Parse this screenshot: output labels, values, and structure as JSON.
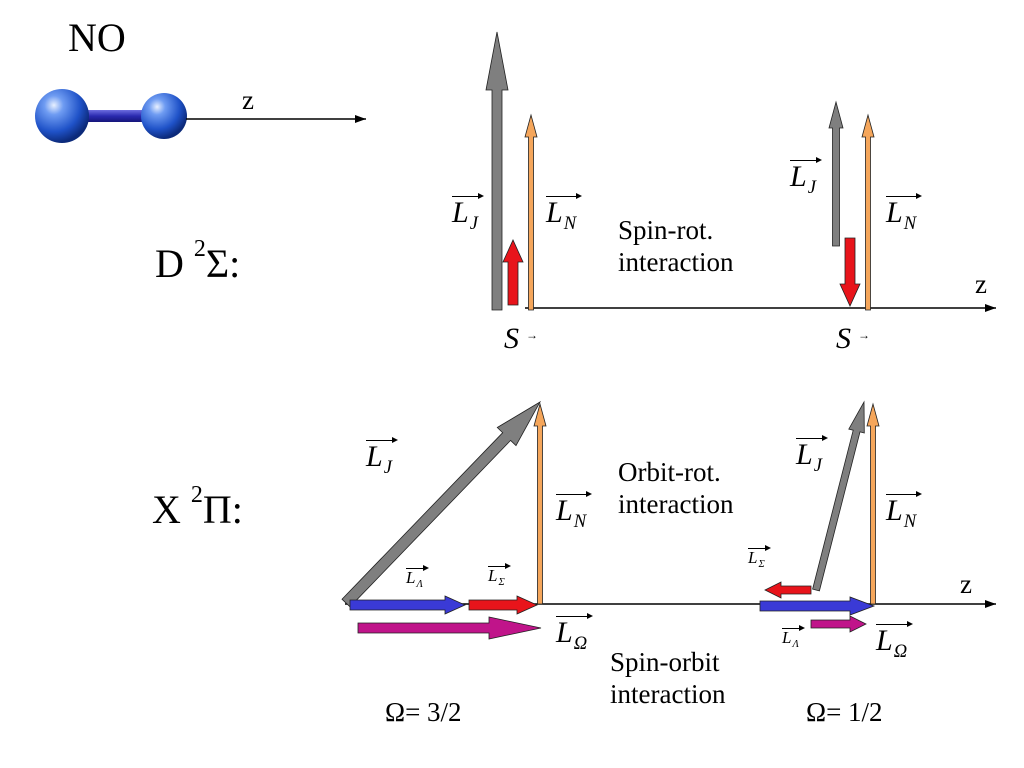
{
  "molecule": {
    "label": "NO",
    "axis_label": "z"
  },
  "states": {
    "d_sigma": {
      "letter": "D",
      "sup": "2",
      "term": "Σ:"
    },
    "x_pi": {
      "letter": "X",
      "sup": "2",
      "term": "Π:"
    }
  },
  "axes": {
    "top_z": "z",
    "bottom_z": "z"
  },
  "interactions": {
    "spin_rot": [
      "Spin-rot.",
      "interaction"
    ],
    "orbit_rot": [
      "Orbit-rot.",
      "interaction"
    ],
    "spin_orbit": [
      "Spin-orbit",
      "interaction"
    ]
  },
  "vectors": {
    "L": "L",
    "S": "S",
    "sub_J": "J",
    "sub_N": "N",
    "sub_Lambda": "Λ",
    "sub_Sigma": "Σ",
    "sub_Omega": "Ω"
  },
  "omega_values": {
    "left": "Ω= 3/2",
    "right": "Ω= 1/2"
  },
  "colors": {
    "gray": "#7f7f7f",
    "orange": "#f5a65b",
    "red": "#e8141b",
    "blue": "#3a3ad6",
    "magenta": "#c0148a",
    "atom": "#1f5fd8",
    "bond": "#3838b8"
  }
}
